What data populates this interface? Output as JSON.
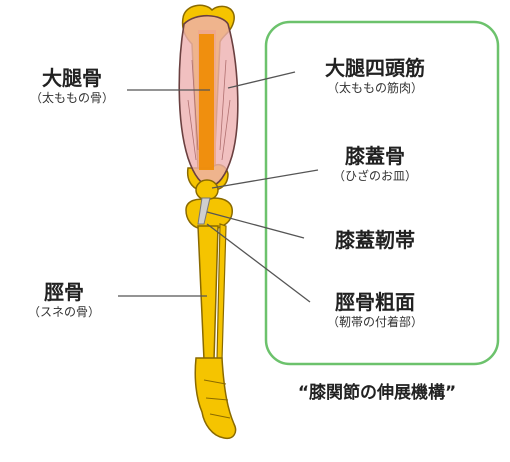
{
  "labels": {
    "femur": {
      "name": "大腿骨",
      "sub": "（太ももの骨）"
    },
    "tibia": {
      "name": "脛骨",
      "sub": "（スネの骨）"
    },
    "quadriceps": {
      "name": "大腿四頭筋",
      "sub": "（太ももの筋肉）"
    },
    "patella": {
      "name": "膝蓋骨",
      "sub": "（ひざのお皿）"
    },
    "patellar_ligament": {
      "name": "膝蓋靭帯"
    },
    "tibial_tuberosity": {
      "name": "脛骨粗面",
      "sub": "（靭帯の付着部）"
    }
  },
  "caption": "“膝関節の伸展機構”",
  "colors": {
    "bone": "#f5c400",
    "bone_outline": "#8a6a00",
    "femur_shaft": "#f08c00",
    "muscle": "#eeb0b0",
    "muscle_outline": "#6b4040",
    "box_border": "#6cc26c",
    "leader_line": "#555555"
  }
}
